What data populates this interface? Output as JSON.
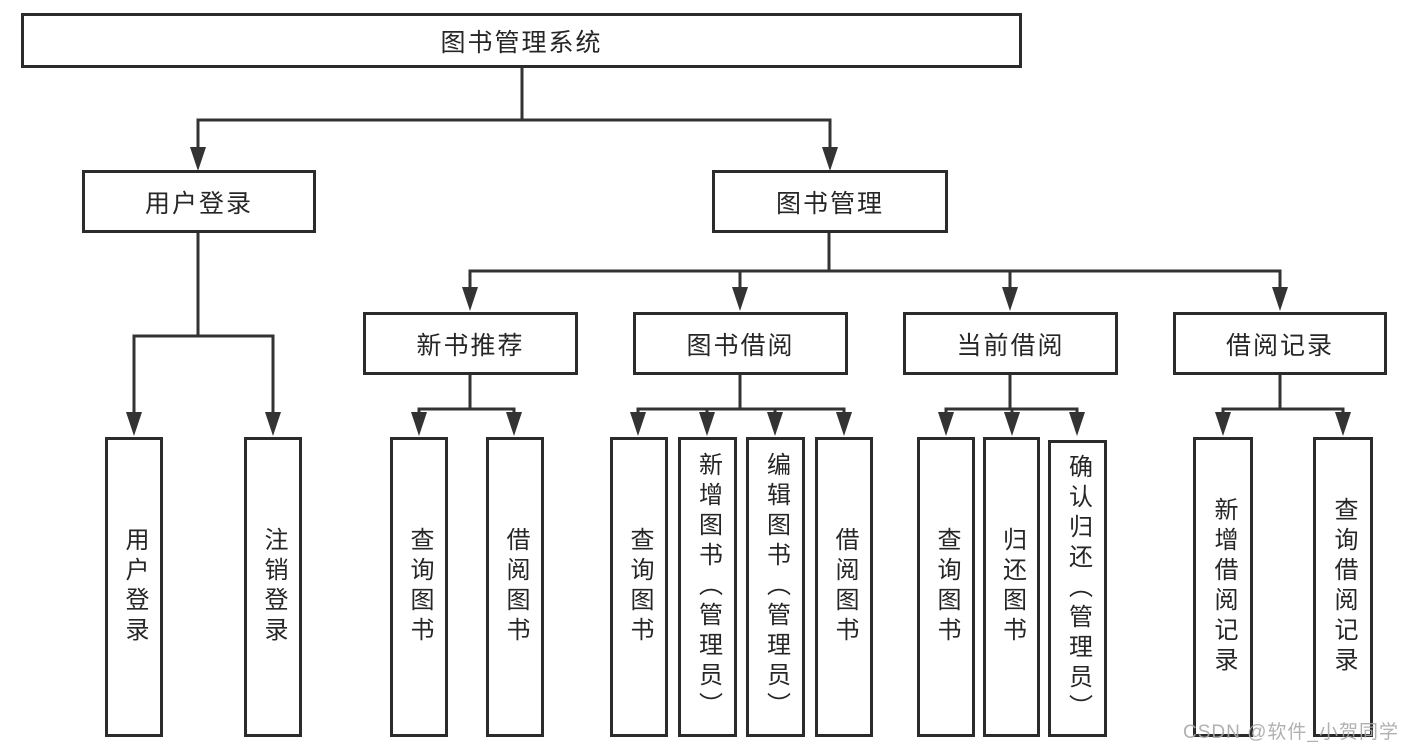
{
  "diagram": {
    "title": "图书管理系统",
    "type": "hierarchy-tree",
    "colors": {
      "line": "#333333",
      "box_border": "#2b2b2b",
      "text": "#262626",
      "background": "#ffffff",
      "watermark": "#a8a8a8"
    },
    "nodes": {
      "root": "图书管理系统",
      "level2": [
        "用户登录",
        "图书管理"
      ],
      "level3": [
        "新书推荐",
        "图书借阅",
        "当前借阅",
        "借阅记录"
      ],
      "leaves": {
        "user": [
          "用户登录",
          "注销登录"
        ],
        "recommend": [
          "查询图书",
          "借阅图书"
        ],
        "borrow": [
          "查询图书",
          "新增图书（管理员）",
          "编辑图书（管理员）",
          "借阅图书"
        ],
        "current": [
          "查询图书",
          "归还图书",
          "确认归还（管理员）"
        ],
        "record": [
          "新增借阅记录",
          "查询借阅记录"
        ]
      }
    }
  },
  "watermark": "CSDN @软件_小贺同学"
}
